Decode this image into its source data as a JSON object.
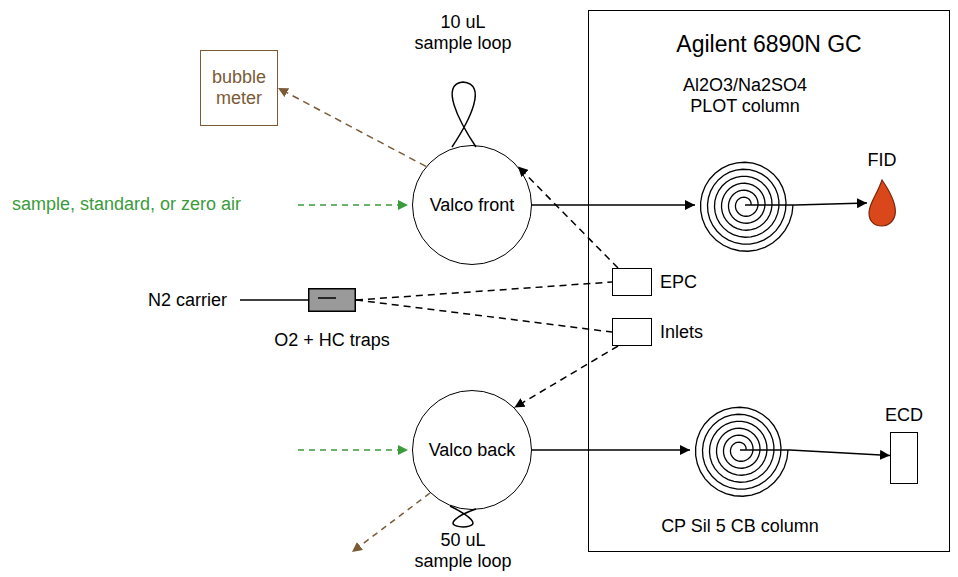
{
  "diagram": {
    "nodes": [
      {
        "text": [
          "Agilent 6890N GC"
        ]
      },
      {
        "text": [
          "bubble meter"
        ]
      },
      {
        "text": [
          "Valco front"
        ]
      },
      {
        "text": [
          "Valco back"
        ]
      },
      {
        "text": [
          "EPC"
        ],
        "in": 0
      },
      {
        "text": [
          "Inlets"
        ],
        "in": 0
      },
      {
        "text": [
          "O2 + HC traps"
        ]
      },
      {
        "text": [
          "Al2O3/Na2SO4 PLOT column"
        ],
        "in": 0
      },
      {
        "text": [
          "FID"
        ],
        "in": 0
      },
      {
        "text": [
          "CP Sil 5 CB column"
        ],
        "in": 0
      },
      {
        "text": [
          "ECD"
        ],
        "in": 0
      }
    ],
    "edges": [
      {
        "from": 2,
        "to": 1,
        "arrow": "to"
      },
      {
        "from": 2,
        "to": 7,
        "arrow": "to"
      },
      {
        "from": 7,
        "to": 8,
        "arrow": "to"
      },
      {
        "from": 3,
        "to": 9,
        "arrow": "to"
      },
      {
        "from": 9,
        "to": 10,
        "arrow": "to"
      },
      {
        "from": 6,
        "to": 4,
        "arrow": "none"
      },
      {
        "from": 6,
        "to": 5,
        "arrow": "none"
      },
      {
        "from": 4,
        "to": 2,
        "arrow": "to"
      },
      {
        "from": 5,
        "to": 3,
        "arrow": "to"
      }
    ],
    "labels": [
      "10 uL sample loop",
      "50 uL sample loop",
      "sample, standard, or zero air",
      "N2 carrier"
    ]
  }
}
